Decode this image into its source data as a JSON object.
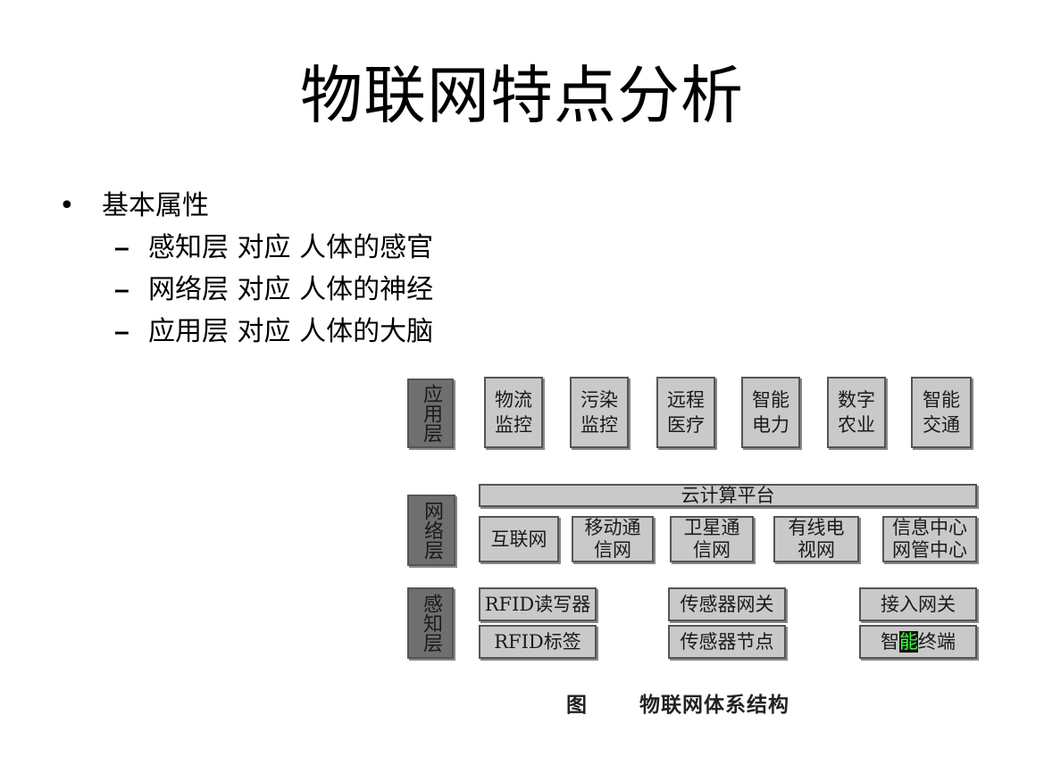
{
  "slide": {
    "title": "物联网特点分析",
    "bullet_main": {
      "mark": "•",
      "text": "基本属性"
    },
    "sub_bullets": [
      {
        "mark": "–",
        "text": "感知层 对应 人体的感官"
      },
      {
        "mark": "–",
        "text": "网络层 对应 人体的神经"
      },
      {
        "mark": "–",
        "text": "应用层 对应 人体的大脑"
      }
    ]
  },
  "diagram": {
    "layers": {
      "application": {
        "label": "应用层",
        "items": [
          "物流监控",
          "污染监控",
          "远程医疗",
          "智能电力",
          "数字农业",
          "智能交通"
        ]
      },
      "network": {
        "label": "网络层",
        "platform": "云计算平台",
        "items": [
          "互联网",
          "移动通信网",
          "卫星通信网",
          "有线电视网",
          "信息中心网管中心"
        ]
      },
      "perception": {
        "label": "感知层",
        "items": [
          "RFID读写器",
          "RFID标签",
          "传感器网关",
          "传感器节点",
          "接入网关",
          "智能终端"
        ]
      }
    },
    "caption": {
      "fig": "图",
      "name": "物联网体系结构"
    }
  }
}
